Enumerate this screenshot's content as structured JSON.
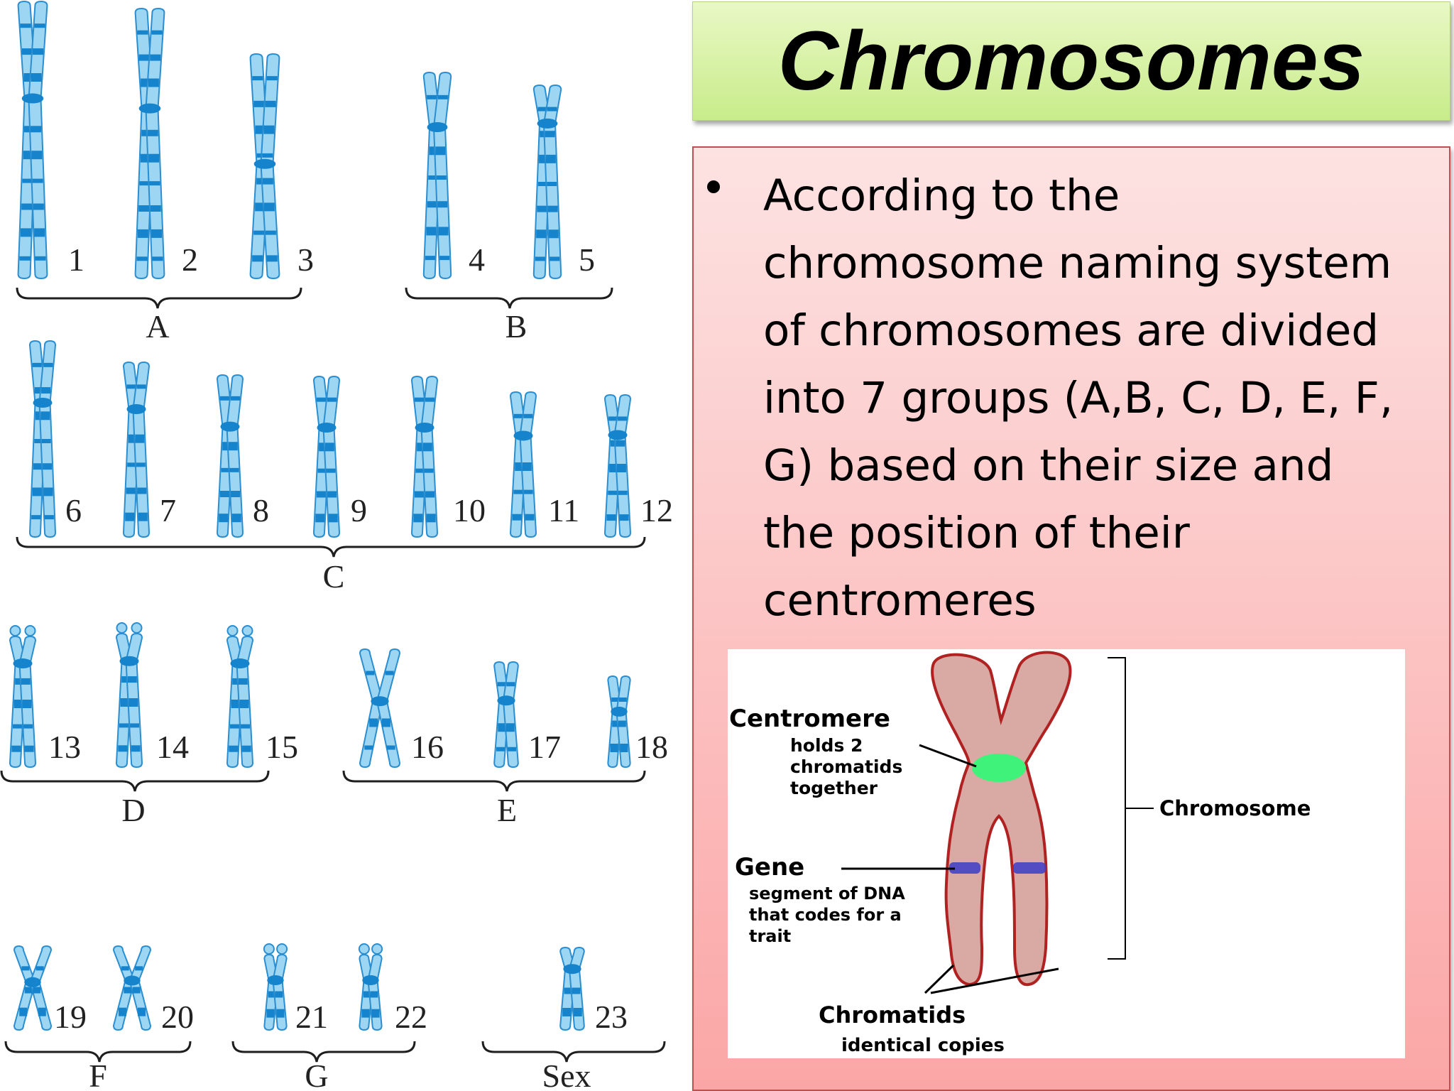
{
  "title": "Chromosomes",
  "bullet_text": "According to the\nchromosome naming system\nof chromosomes are divided\ninto 7 groups (A,B, C, D, E, F,\nG) based on their size and\nthe position of their\ncentromeres",
  "karyotype": {
    "numbers": [
      "1",
      "2",
      "3",
      "4",
      "5",
      "6",
      "7",
      "8",
      "9",
      "10",
      "11",
      "12",
      "13",
      "14",
      "15",
      "16",
      "17",
      "18",
      "19",
      "20",
      "21",
      "22",
      "23"
    ],
    "groups": [
      "A",
      "B",
      "C",
      "D",
      "E",
      "F",
      "G",
      "Sex"
    ],
    "colors": {
      "light": "#9dd6f2",
      "dark": "#1584cd",
      "outline": "#2a8ed0"
    }
  },
  "diagram": {
    "centromere_title": "Centromere",
    "centromere_desc": [
      "holds 2",
      "chromatids",
      "together"
    ],
    "gene_title": "Gene",
    "gene_desc": [
      "segment of DNA",
      "that codes for a",
      "trait"
    ],
    "chromosome_label": "Chromosome",
    "chromatids_title": "Chromatids",
    "chromatids_desc": "identical copies",
    "colors": {
      "body": "#d9a9a3",
      "outline": "#b02222",
      "centromere": "#3ff27a",
      "gene": "#3c3cc8"
    }
  }
}
